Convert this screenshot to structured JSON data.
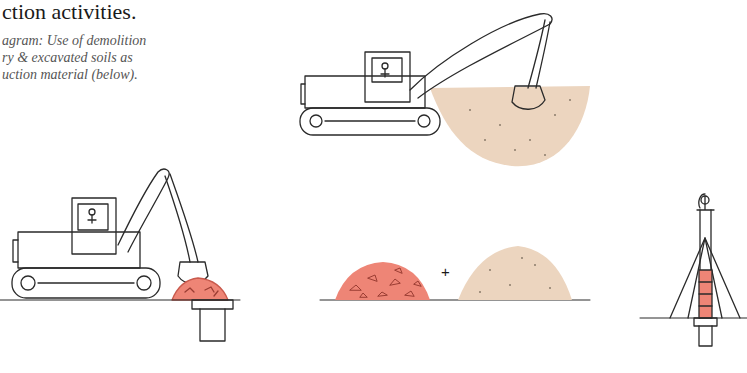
{
  "diagram": {
    "title": "ction activities.",
    "caption": "agram: Use of demolition ry & excavated soils as uction material (below).",
    "labels": [
      "+"
    ]
  }
}
